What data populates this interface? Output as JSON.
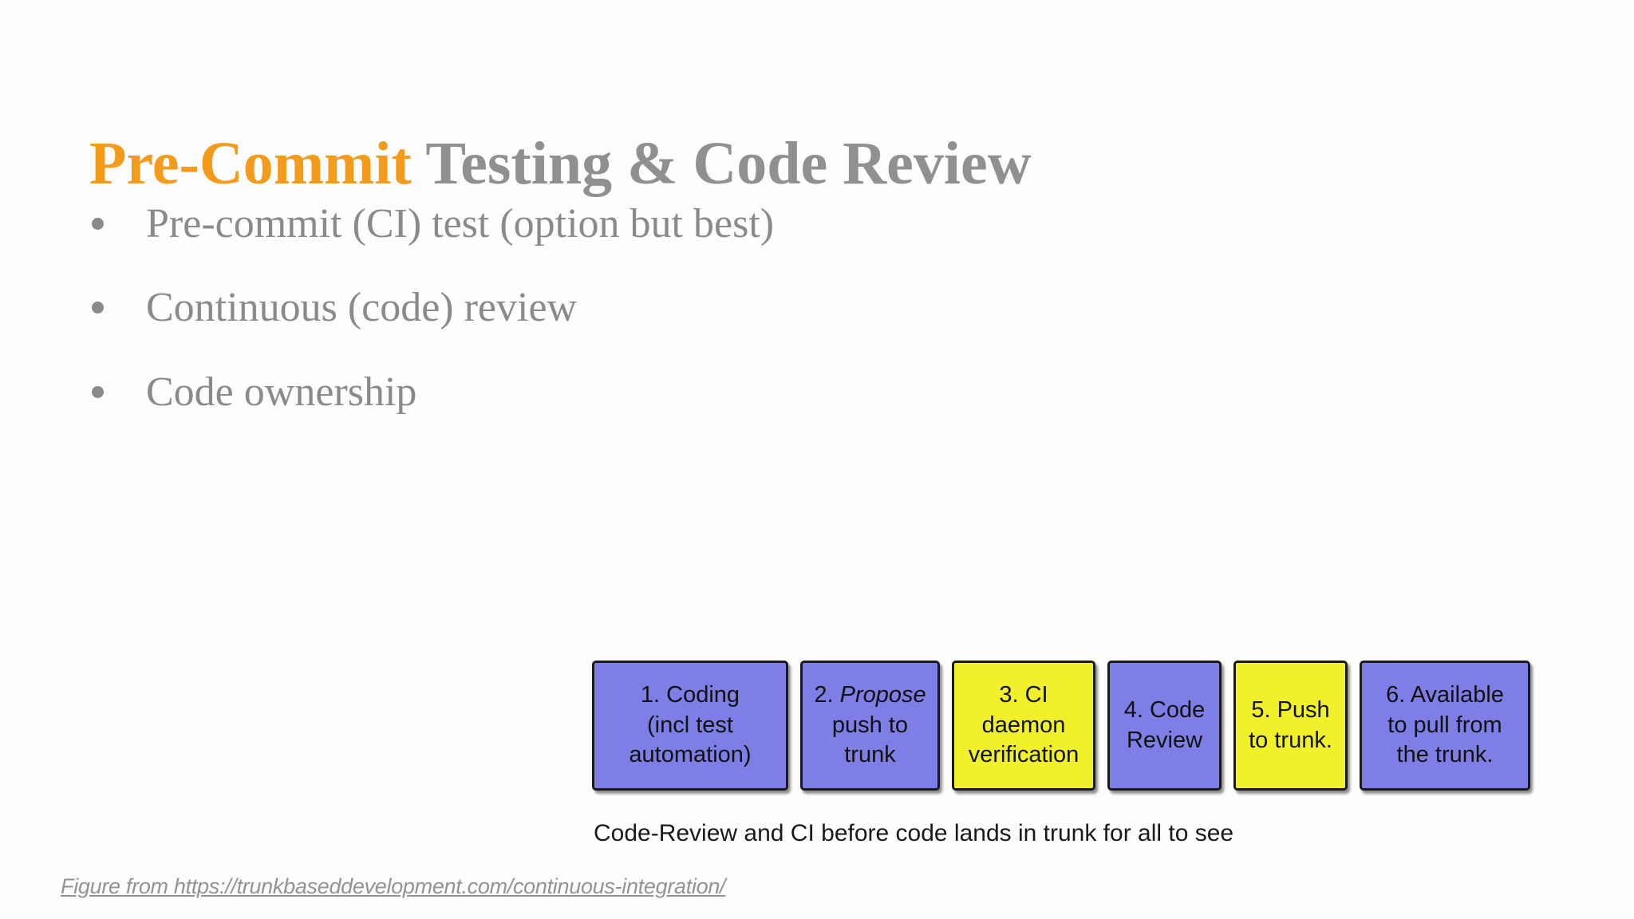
{
  "slide": {
    "title": {
      "highlight": "Pre-Commit",
      "rest": " Testing & Code Review"
    },
    "bullets": [
      "Pre-commit (CI) test (option but best)",
      "Continuous (code) review",
      "Code ownership"
    ],
    "figure": {
      "boxes": [
        {
          "color": "purple",
          "lines": [
            "1. Coding",
            "(incl test",
            "automation)"
          ]
        },
        {
          "color": "purple",
          "line1_prefix": "2. ",
          "line1_emphasis": "Propose",
          "lines": [
            "push to",
            "trunk"
          ]
        },
        {
          "color": "yellow",
          "lines": [
            "3. CI",
            "daemon",
            "verification"
          ]
        },
        {
          "color": "purple",
          "lines": [
            "4. Code",
            "Review"
          ]
        },
        {
          "color": "yellow",
          "lines": [
            "5. Push",
            "to trunk."
          ]
        },
        {
          "color": "purple",
          "lines": [
            "6. Available",
            "to pull from",
            "the trunk."
          ]
        }
      ],
      "caption": "Code-Review and CI before code lands in trunk for all to see"
    },
    "footer_link": "Figure from https://trunkbaseddevelopment.com/continuous-integration/"
  },
  "colors": {
    "title_highlight": "#F59B1B",
    "title_rest": "#909090",
    "bullet_text": "#8A8A8A",
    "box_purple": "#7E7EE6",
    "box_yellow": "#F1F12B",
    "box_border": "#1A1A1A",
    "caption_text": "#1A1A1A",
    "footer_text": "#939393",
    "background": "#FDFDFD"
  }
}
